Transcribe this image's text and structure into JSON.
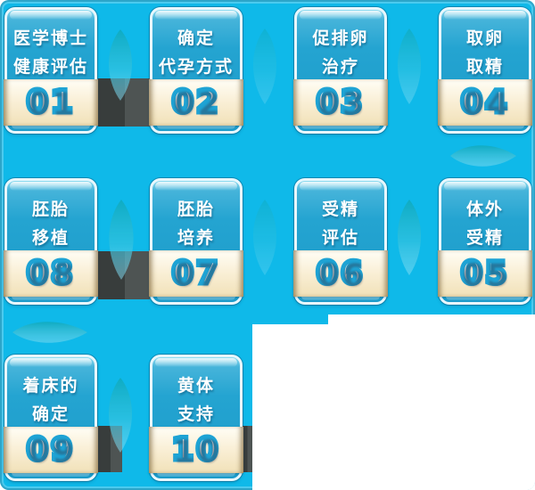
{
  "flow": {
    "title_semantic": "10-step process flow",
    "steps": [
      {
        "number": "01",
        "lines": [
          "医学博士",
          "健康评估"
        ]
      },
      {
        "number": "02",
        "lines": [
          "确定",
          "代孕方式"
        ]
      },
      {
        "number": "03",
        "lines": [
          "促排卵",
          "治疗"
        ]
      },
      {
        "number": "04",
        "lines": [
          "取卵",
          "取精"
        ]
      },
      {
        "number": "05",
        "lines": [
          "体外",
          "受精"
        ]
      },
      {
        "number": "06",
        "lines": [
          "受精",
          "评估"
        ]
      },
      {
        "number": "07",
        "lines": [
          "胚胎",
          "培养"
        ]
      },
      {
        "number": "08",
        "lines": [
          "胚胎",
          "移植"
        ]
      },
      {
        "number": "09",
        "lines": [
          "着床的",
          "确定"
        ]
      },
      {
        "number": "10",
        "lines": [
          "黄体",
          "支持"
        ]
      }
    ],
    "colors": {
      "background": "#0fb9e9",
      "card_blue": "#1f9fcc",
      "card_border": "#e8f7fd",
      "band_cream": "#f9eecd",
      "number_stroke_blue": "#1ea3d4",
      "leaf_teal_dark": "#0fa9bc",
      "leaf_teal_light": "#8fe0f5",
      "shadow_band_dark": "#3b403f",
      "shadow_band_light": "#4e5453",
      "text_white": "#ffffff"
    }
  }
}
